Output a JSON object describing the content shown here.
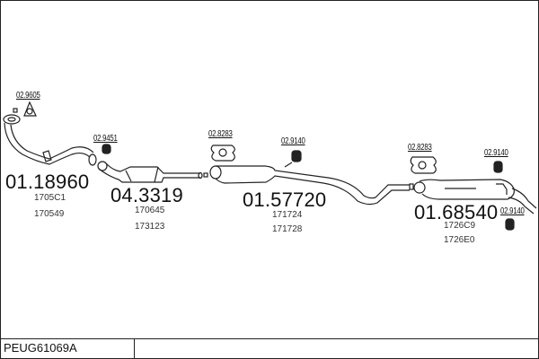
{
  "diagram_id": "PEUG61069A",
  "parts": [
    {
      "number": "01.18960",
      "oem_refs": [
        "1705C1",
        "170549"
      ],
      "icon": "front-pipe"
    },
    {
      "number": "04.3319",
      "oem_refs": [
        "170645",
        "173123"
      ],
      "icon": "catalytic-converter"
    },
    {
      "number": "01.57720",
      "oem_refs": [
        "171724",
        "171728"
      ],
      "icon": "middle-silencer"
    },
    {
      "number": "01.68540",
      "oem_refs": [
        "1726C9",
        "1726E0"
      ],
      "icon": "rear-silencer"
    }
  ],
  "accessories": [
    {
      "number": "02.9605",
      "icon": "gasket"
    },
    {
      "number": "02.9451",
      "icon": "sealing-ring"
    },
    {
      "number": "02.8283",
      "icon": "clamp"
    },
    {
      "number": "02.9140",
      "icon": "rubber-mount"
    },
    {
      "number": "02.8283",
      "icon": "clamp"
    },
    {
      "number": "02.9140",
      "icon": "rubber-mount"
    },
    {
      "number": "02.9140",
      "icon": "rubber-mount"
    }
  ]
}
